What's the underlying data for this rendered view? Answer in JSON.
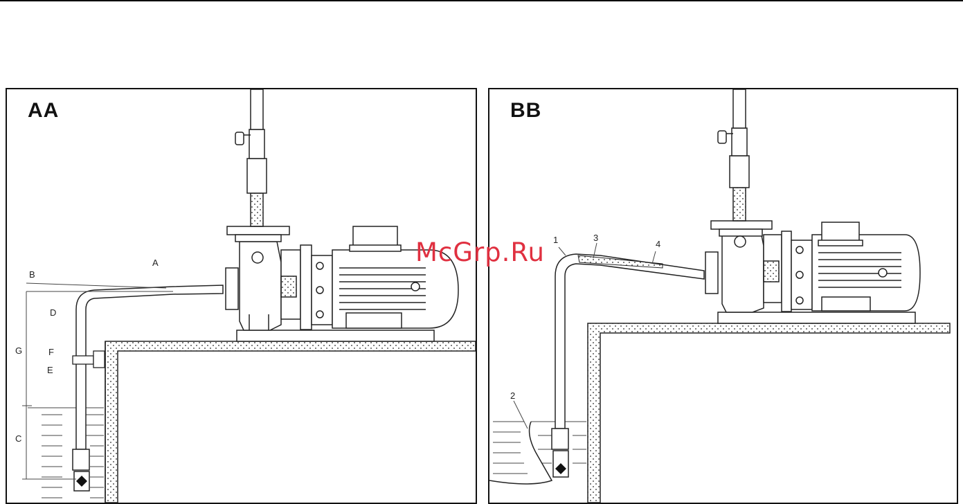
{
  "panels": {
    "aa": {
      "title": "AA",
      "labels": {
        "a": "A",
        "b": "B",
        "d": "D",
        "g": "G",
        "f": "F",
        "e": "E",
        "c": "C"
      }
    },
    "bb": {
      "title": "BB",
      "labels": {
        "n1": "1",
        "n2": "2",
        "n3": "3",
        "n4": "4"
      }
    }
  },
  "watermark": "McGrp.Ru",
  "colors": {
    "line": "#222222",
    "watermark": "#e03040",
    "background": "#ffffff"
  }
}
